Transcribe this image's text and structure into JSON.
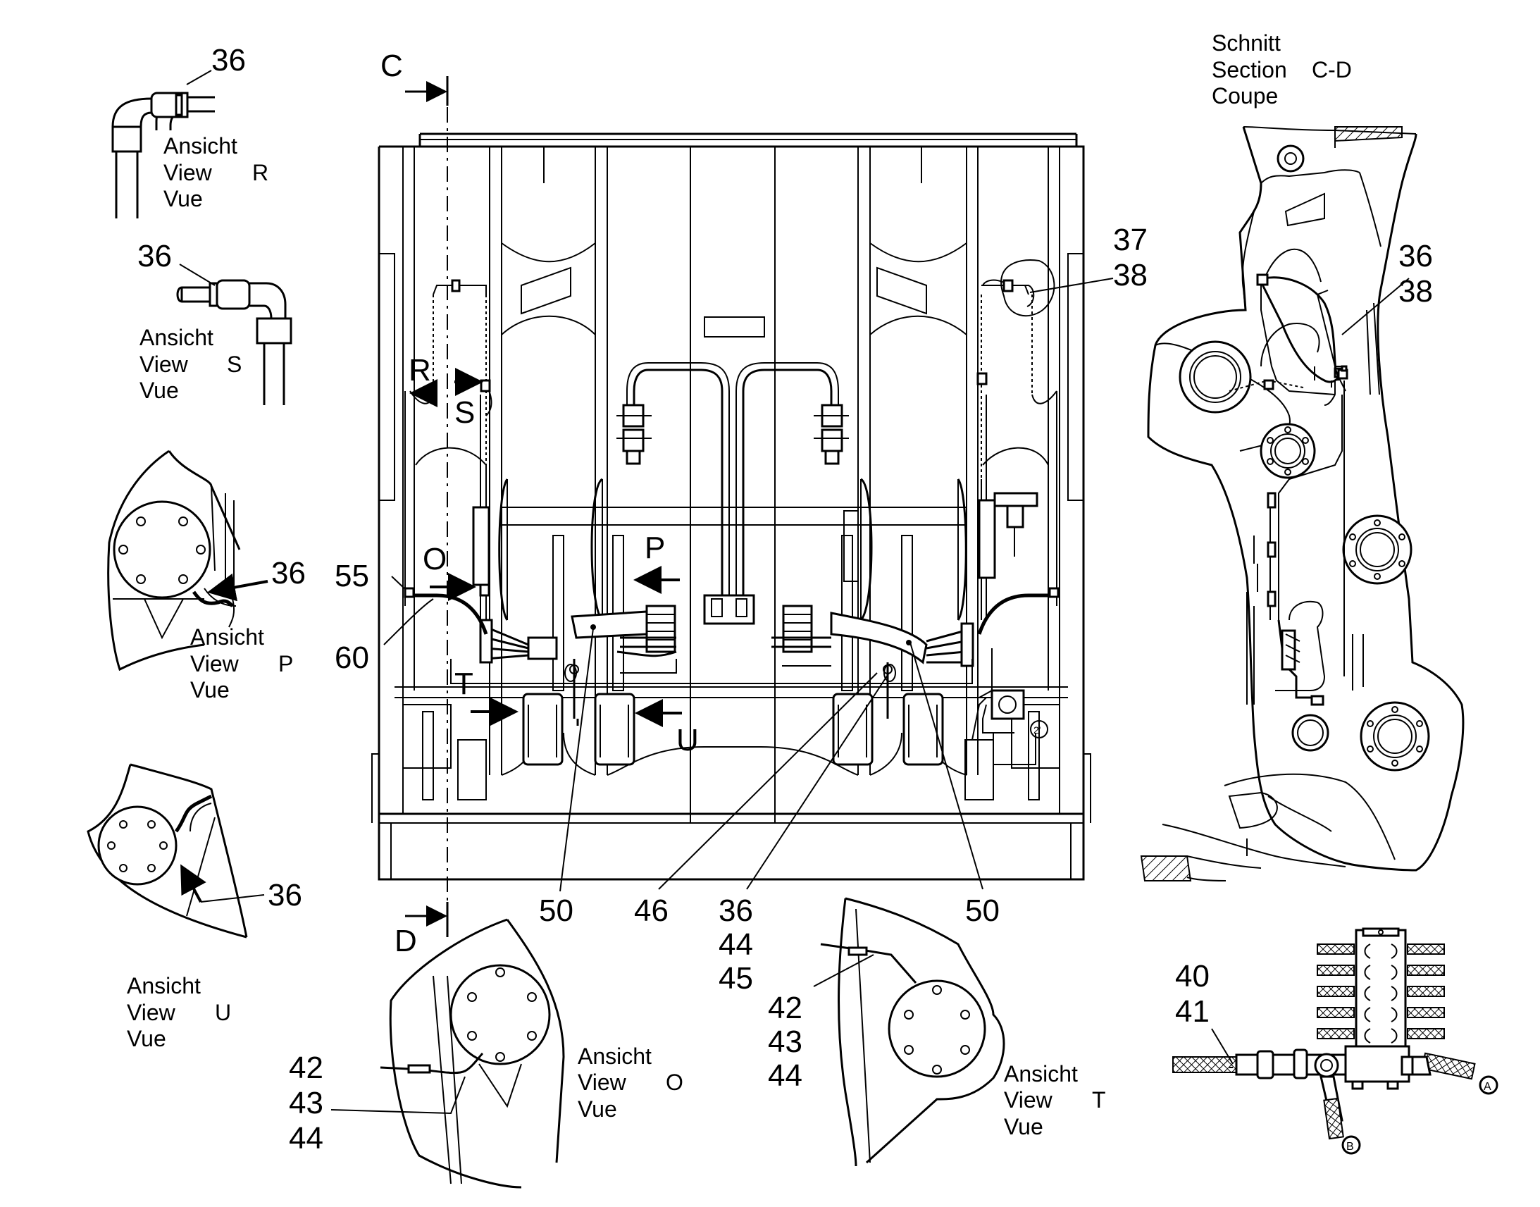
{
  "section_marks": {
    "c": "C",
    "d": "D"
  },
  "section_title": {
    "l1": "Schnitt",
    "l2": "Section",
    "l3": "C-D",
    "l4": "Coupe"
  },
  "views": {
    "r": {
      "l1": "Ansicht",
      "l2": "View",
      "letter": "R",
      "l3": "Vue"
    },
    "s": {
      "l1": "Ansicht",
      "l2": "View",
      "letter": "S",
      "l3": "Vue"
    },
    "p": {
      "l1": "Ansicht",
      "l2": "View",
      "letter": "P",
      "l3": "Vue"
    },
    "u": {
      "l1": "Ansicht",
      "l2": "View",
      "letter": "U",
      "l3": "Vue"
    },
    "o": {
      "l1": "Ansicht",
      "l2": "View",
      "letter": "O",
      "l3": "Vue"
    },
    "t": {
      "l1": "Ansicht",
      "l2": "View",
      "letter": "T",
      "l3": "Vue"
    }
  },
  "arrow_letters": {
    "r": "R",
    "s": "S",
    "o": "O",
    "p": "P",
    "t": "T",
    "u": "U"
  },
  "callouts": {
    "r36": "36",
    "s36": "36",
    "p36": "36",
    "u36": "36",
    "main_55": "55",
    "main_60": "60",
    "main_37": "37",
    "main_38": "38",
    "main_50_left": "50",
    "main_46": "46",
    "main_36": "36",
    "main_44": "44",
    "main_45": "45",
    "main_50_right": "50",
    "sec_36": "36",
    "sec_38": "38",
    "o_42": "42",
    "o_43": "43",
    "o_44": "44",
    "t_42": "42",
    "t_43": "43",
    "t_44": "44",
    "v_40": "40",
    "v_41": "41"
  },
  "port_marks": {
    "a": "A",
    "b": "B"
  },
  "small_marks": {
    "two": "2'"
  }
}
